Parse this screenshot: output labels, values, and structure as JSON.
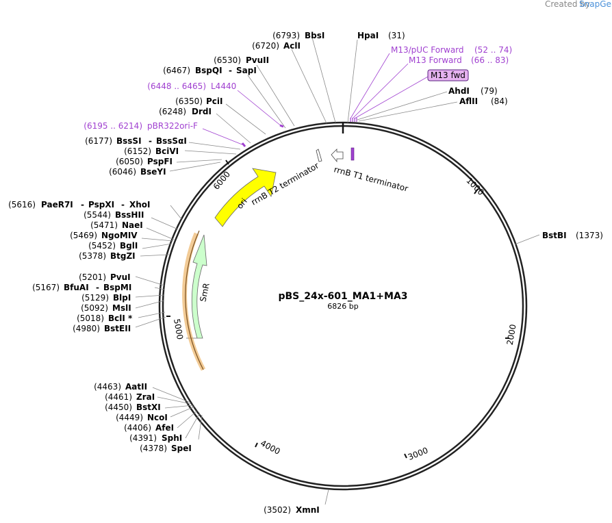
{
  "plasmid": {
    "name": "pBS_24x-601_MA1+MA3",
    "length_label": "6826 bp"
  },
  "credit": {
    "prefix": "Created by",
    "brand": "SnapGene"
  },
  "sites": [
    {
      "pos": "(6793)",
      "name": "BbsI"
    },
    {
      "pos": "(6720)",
      "name": "AclI"
    },
    {
      "pos": "(6530)",
      "name": "PvuII"
    },
    {
      "pos": "(6467)",
      "name": "BspQI",
      "name2": "SapI"
    },
    {
      "pos": "(6350)",
      "name": "PciI"
    },
    {
      "pos": "(6248)",
      "name": "DrdI"
    },
    {
      "pos": "(6177)",
      "name": "BssSI",
      "name2": "BssSαI"
    },
    {
      "pos": "(6152)",
      "name": "BciVI"
    },
    {
      "pos": "(6050)",
      "name": "PspFI"
    },
    {
      "pos": "(6046)",
      "name": "BseYI"
    },
    {
      "pos": "(5616)",
      "name": "PaeR7I",
      "name2": "PspXI",
      "name3": "XhoI"
    },
    {
      "pos": "(5544)",
      "name": "BssHII"
    },
    {
      "pos": "(5471)",
      "name": "NaeI"
    },
    {
      "pos": "(5469)",
      "name": "NgoMIV"
    },
    {
      "pos": "(5452)",
      "name": "BglI"
    },
    {
      "pos": "(5378)",
      "name": "BtgZI"
    },
    {
      "pos": "(5201)",
      "name": "PvuI"
    },
    {
      "pos": "(5167)",
      "name": "BfuAI",
      "name2": "BspMI"
    },
    {
      "pos": "(5129)",
      "name": "BlpI"
    },
    {
      "pos": "(5092)",
      "name": "MslI"
    },
    {
      "pos": "(5018)",
      "name": "BclI *"
    },
    {
      "pos": "(4980)",
      "name": "BstEII"
    },
    {
      "pos": "(4463)",
      "name": "AatII"
    },
    {
      "pos": "(4461)",
      "name": "ZraI"
    },
    {
      "pos": "(4450)",
      "name": "BstXI"
    },
    {
      "pos": "(4449)",
      "name": "NcoI"
    },
    {
      "pos": "(4406)",
      "name": "AfeI"
    },
    {
      "pos": "(4391)",
      "name": "SphI"
    },
    {
      "pos": "(4378)",
      "name": "SpeI"
    },
    {
      "pos": "(3502)",
      "name": "XmnI"
    },
    {
      "pos": "(31)",
      "name": "HpaI"
    },
    {
      "pos": "(79)",
      "name": "AhdI"
    },
    {
      "pos": "(84)",
      "name": "AflII"
    },
    {
      "pos": "(1373)",
      "name": "BstBI"
    }
  ],
  "primers": [
    {
      "name": "M13/pUC Forward",
      "range": "(52 .. 74)"
    },
    {
      "name": "M13 Forward",
      "range": "(66 .. 83)"
    },
    {
      "name": "M13 fwd"
    },
    {
      "name": "L4440",
      "range": "(6448 .. 6465)"
    },
    {
      "name": "pBR322ori-F",
      "range": "(6195 .. 6214)"
    }
  ],
  "features": [
    {
      "name": "ori",
      "color": "#ffff00"
    },
    {
      "name": "SmR",
      "color": "#ccffcc"
    },
    {
      "name": "rrnB T2 terminator"
    },
    {
      "name": "rrnB T1 terminator"
    }
  ],
  "ticks": [
    "1000",
    "2000",
    "3000",
    "4000",
    "5000",
    "6000"
  ],
  "colors": {
    "primer": "#a040d0",
    "ori": "#ffff00",
    "smr": "#ccffcc",
    "smr_outline": "#e8a040"
  }
}
